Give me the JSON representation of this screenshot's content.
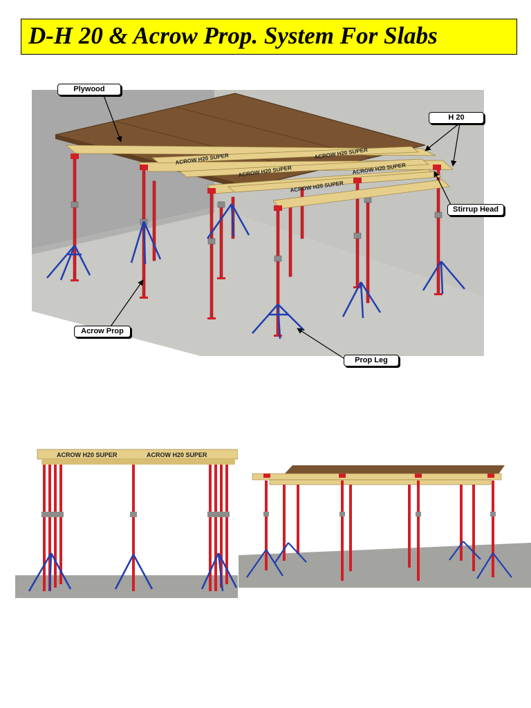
{
  "title": "D-H 20 & Acrow Prop. System For Slabs",
  "labels": {
    "plywood": "Plywood",
    "h20": "H 20",
    "stirrup_head": "Stirrup Head",
    "acrow_prop": "Acrow Prop",
    "prop_leg": "Prop Leg"
  },
  "beam_brand": "ACROW",
  "beam_model": "H20 SUPER",
  "colors": {
    "title_background": "#ffff00",
    "plywood": "#7a5330",
    "beam": "#e6cf8a",
    "prop": "#d11f26",
    "prop_leg": "#1f3fb0",
    "floor": "#c9c9c5",
    "wall": "#a9a9a9"
  }
}
